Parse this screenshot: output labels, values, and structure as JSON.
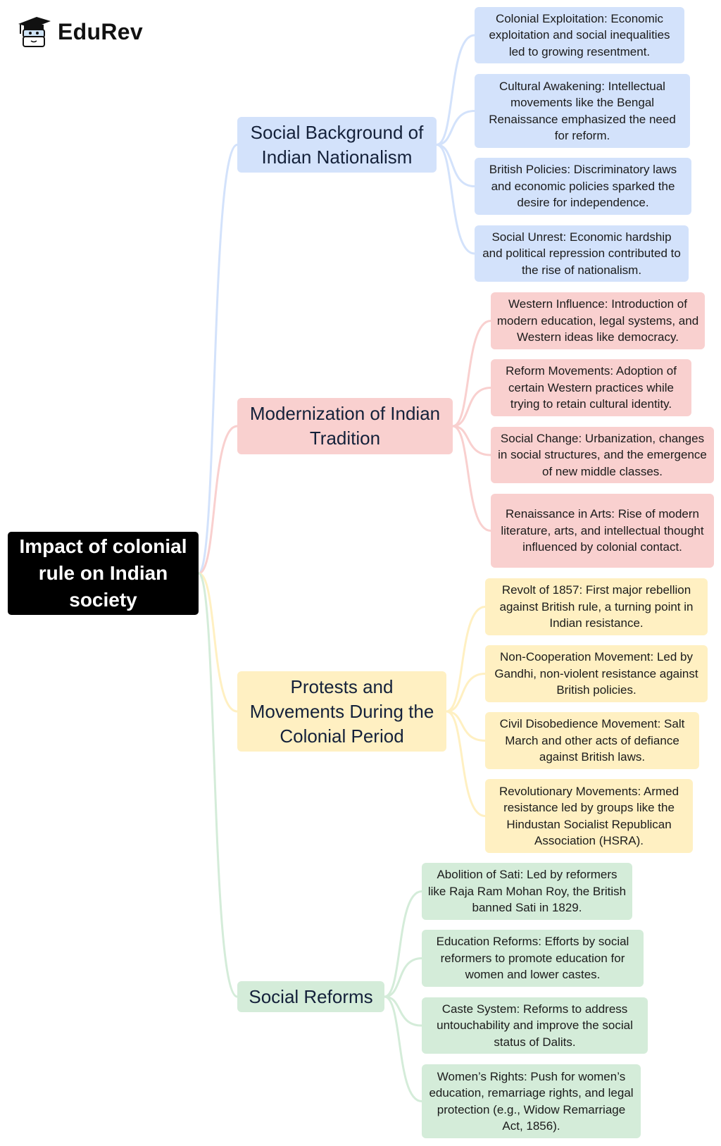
{
  "brand": {
    "name": "EduRev"
  },
  "colors": {
    "blue": "#d3e2fb",
    "blue_line": "#d3e2fb",
    "red": "#f9d0cf",
    "red_line": "#f9d0cf",
    "yellow": "#fff0c2",
    "yellow_line": "#fff0c2",
    "green": "#d4ecd9",
    "green_line": "#d4ecd9"
  },
  "root": {
    "label": "Impact of colonial rule on Indian society"
  },
  "branches": [
    {
      "label": "Social Background of Indian Nationalism",
      "color": "blue",
      "leaves": [
        "Colonial Exploitation: Economic exploitation and social inequalities led to growing resentment.",
        "Cultural Awakening: Intellectual movements like the Bengal Renaissance emphasized the need for reform.",
        "British Policies: Discriminatory laws and economic policies sparked the desire for independence.",
        "Social Unrest: Economic hardship and political repression contributed to the rise of nationalism."
      ]
    },
    {
      "label": "Modernization of Indian Tradition",
      "color": "red",
      "leaves": [
        "Western Influence: Introduction of modern education, legal systems, and Western ideas like democracy.",
        "Reform Movements: Adoption of certain Western practices while trying to retain cultural identity.",
        "Social Change: Urbanization, changes in social structures, and the emergence of new middle classes.",
        "Renaissance in Arts: Rise of modern literature, arts, and intellectual thought influenced by colonial contact."
      ]
    },
    {
      "label": "Protests and Movements During the Colonial Period",
      "color": "yellow",
      "leaves": [
        "Revolt of 1857: First major rebellion against British rule, a turning point in Indian resistance.",
        "Non-Cooperation Movement: Led by Gandhi, non-violent resistance against British policies.",
        "Civil Disobedience Movement: Salt March and other acts of defiance against British laws.",
        "Revolutionary Movements: Armed resistance led by groups like the Hindustan Socialist Republican Association (HSRA)."
      ]
    },
    {
      "label": "Social Reforms",
      "color": "green",
      "leaves": [
        "Abolition of Sati: Led by reformers like Raja Ram Mohan Roy, the British banned Sati in 1829.",
        "Education Reforms: Efforts by social reformers to promote education for women and lower castes.",
        "Caste System: Reforms to address untouchability and improve the social status of Dalits.",
        "Women’s Rights: Push for women’s education, remarriage rights, and legal protection (e.g., Widow Remarriage Act, 1856)."
      ]
    }
  ]
}
